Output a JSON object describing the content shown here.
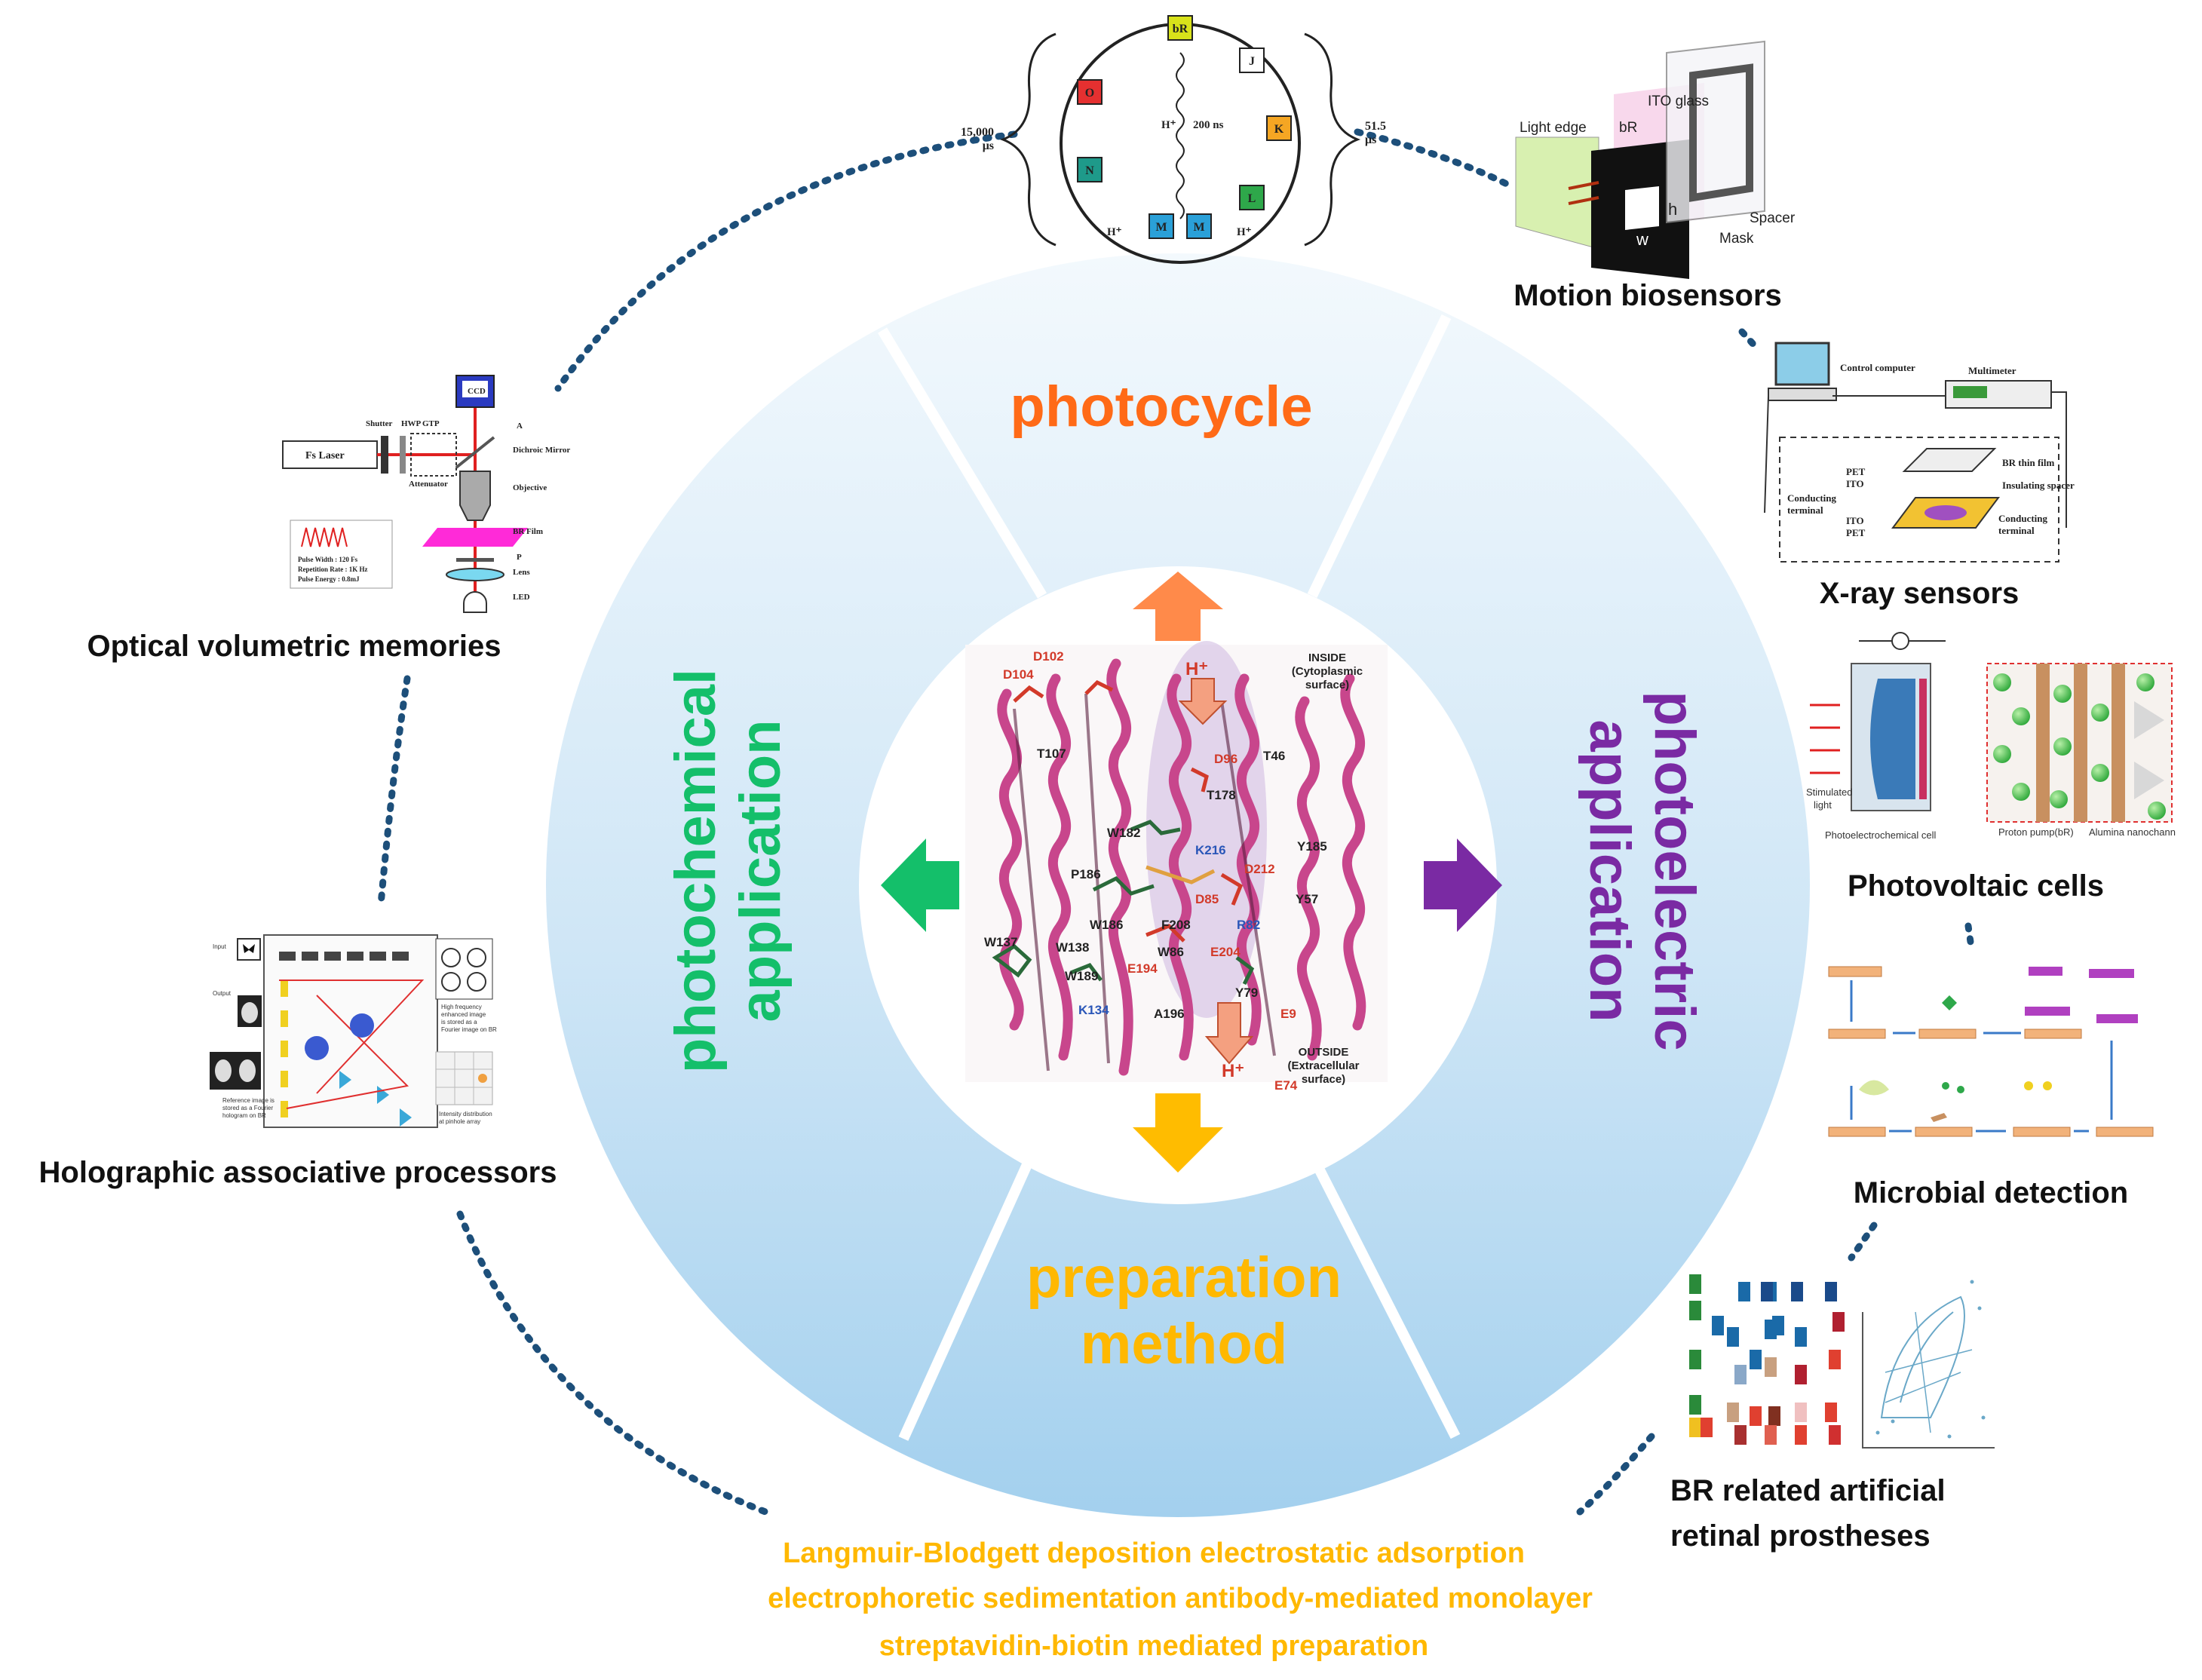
{
  "colors": {
    "photocycle": "#ff6a17",
    "photochemical": "#14bf6a",
    "photoelectric": "#7a2aa3",
    "preparation": "#ffb800",
    "dots": "#1d4f7a",
    "ring_light": "#eef6fc",
    "ring_dark": "#a7d3ee"
  },
  "center": {
    "inside_label": [
      "INSIDE",
      "(Cytoplasmic",
      "surface)"
    ],
    "outside_label": [
      "OUTSIDE",
      "(Extracellular",
      "surface)"
    ],
    "proton_top": "H⁺",
    "proton_bottom": "H⁺",
    "residues": [
      {
        "t": "D102",
        "c": "#d23a2a"
      },
      {
        "t": "D104",
        "c": "#d23a2a"
      },
      {
        "t": "T107",
        "c": "#222"
      },
      {
        "t": "D96",
        "c": "#d23a2a"
      },
      {
        "t": "T46",
        "c": "#222"
      },
      {
        "t": "T178",
        "c": "#222"
      },
      {
        "t": "W182",
        "c": "#222"
      },
      {
        "t": "K216",
        "c": "#2a56b8"
      },
      {
        "t": "Y185",
        "c": "#222"
      },
      {
        "t": "P186",
        "c": "#222"
      },
      {
        "t": "D212",
        "c": "#d23a2a"
      },
      {
        "t": "D85",
        "c": "#d23a2a"
      },
      {
        "t": "Y57",
        "c": "#222"
      },
      {
        "t": "W186",
        "c": "#222"
      },
      {
        "t": "F208",
        "c": "#222"
      },
      {
        "t": "R82",
        "c": "#2a56b8"
      },
      {
        "t": "W137",
        "c": "#222"
      },
      {
        "t": "W138",
        "c": "#222"
      },
      {
        "t": "W86",
        "c": "#222"
      },
      {
        "t": "E204",
        "c": "#d23a2a"
      },
      {
        "t": "E194",
        "c": "#d23a2a"
      },
      {
        "t": "W189",
        "c": "#222"
      },
      {
        "t": "Y79",
        "c": "#222"
      },
      {
        "t": "K134",
        "c": "#2a56b8"
      },
      {
        "t": "A196",
        "c": "#222"
      },
      {
        "t": "E9",
        "c": "#d23a2a"
      },
      {
        "t": "E74",
        "c": "#d23a2a"
      }
    ]
  },
  "segments": {
    "top": "photocycle",
    "left": [
      "photochemical",
      "application"
    ],
    "right": [
      "photoelectric",
      "application"
    ],
    "bottom": [
      "preparation",
      "method"
    ]
  },
  "photocycle_diagram": {
    "states": [
      {
        "t": "bR",
        "c": "#d8e21a"
      },
      {
        "t": "J",
        "c": "#ffffff"
      },
      {
        "t": "K",
        "c": "#f5a623"
      },
      {
        "t": "L",
        "c": "#2ea84a"
      },
      {
        "t": "M",
        "c": "#2aa0d8"
      },
      {
        "t": "M",
        "c": "#2aa0d8"
      },
      {
        "t": "N",
        "c": "#1e9a8a"
      },
      {
        "t": "O",
        "c": "#e53030"
      }
    ],
    "left_time": [
      "15,000",
      "μs"
    ],
    "right_time": [
      "51.5",
      "μs"
    ],
    "center_time": "200 ns",
    "proton_label": "H⁺",
    "proton_left": "H⁺",
    "proton_right": "H⁺"
  },
  "motion": {
    "title": "Motion biosensors",
    "labels": {
      "light_edge": "Light edge",
      "ito": "ITO glass",
      "br": "bR",
      "spacer": "Spacer",
      "mask": "Mask",
      "h": "h",
      "w": "w"
    }
  },
  "xray": {
    "title": "X-ray sensors",
    "labels": {
      "control": "Control computer",
      "multimeter": "Multimeter",
      "br_film": "BR thin film",
      "pet1": "PET",
      "ito1": "ITO",
      "spacer": "Insulating spacer",
      "cterm_l": [
        "Conducting",
        "terminal"
      ],
      "ito2": "ITO",
      "pet2": "PET",
      "cterm_r": [
        "Conducting",
        "terminal"
      ]
    }
  },
  "pv": {
    "title": "Photovoltaic cells",
    "labels": {
      "stim": [
        "Stimulated",
        "light"
      ],
      "cell": "Photoelectrochemical cell",
      "legend1": "Proton pump(bR)",
      "legend2": "Alumina nanochann"
    }
  },
  "microbial": {
    "title": "Microbial detection"
  },
  "retinal": {
    "title": [
      "BR related artificial",
      "retinal prostheses"
    ]
  },
  "optical": {
    "title": "Optical volumetric memories",
    "labels": {
      "laser": "Fs Laser",
      "shutter": "Shutter",
      "hwp": "HWP",
      "gtp": "GTP",
      "attenuator": "Attenuator",
      "ccd": "CCD",
      "a": "A",
      "mirror": "Dichroic Mirror",
      "objective": "Objective",
      "film": "BR Film",
      "p": "P",
      "lens": "Lens",
      "led": "LED",
      "pulse": [
        "Pulse    Width :    120 Fs",
        "Repetition Rate :    1K Hz",
        "Pulse    Energy :    0.8mJ"
      ]
    }
  },
  "holographic": {
    "title": "Holographic associative processors",
    "labels": {
      "input": "Input",
      "output": "Output",
      "ref": [
        "Reference image is",
        "stored as a Fourier",
        "hologram on BR"
      ],
      "hf": [
        "High frequency",
        "enhanced image",
        "is stored as a",
        "Fourier image on BR"
      ],
      "intensity": [
        "Intensity distribution",
        "at pinhole array"
      ]
    }
  },
  "preparation_methods": [
    "Langmuir-Blodgett deposition  electrostatic adsorption",
    "electrophoretic sedimentation  antibody-mediated monolayer",
    "streptavidin-biotin mediated preparation"
  ]
}
